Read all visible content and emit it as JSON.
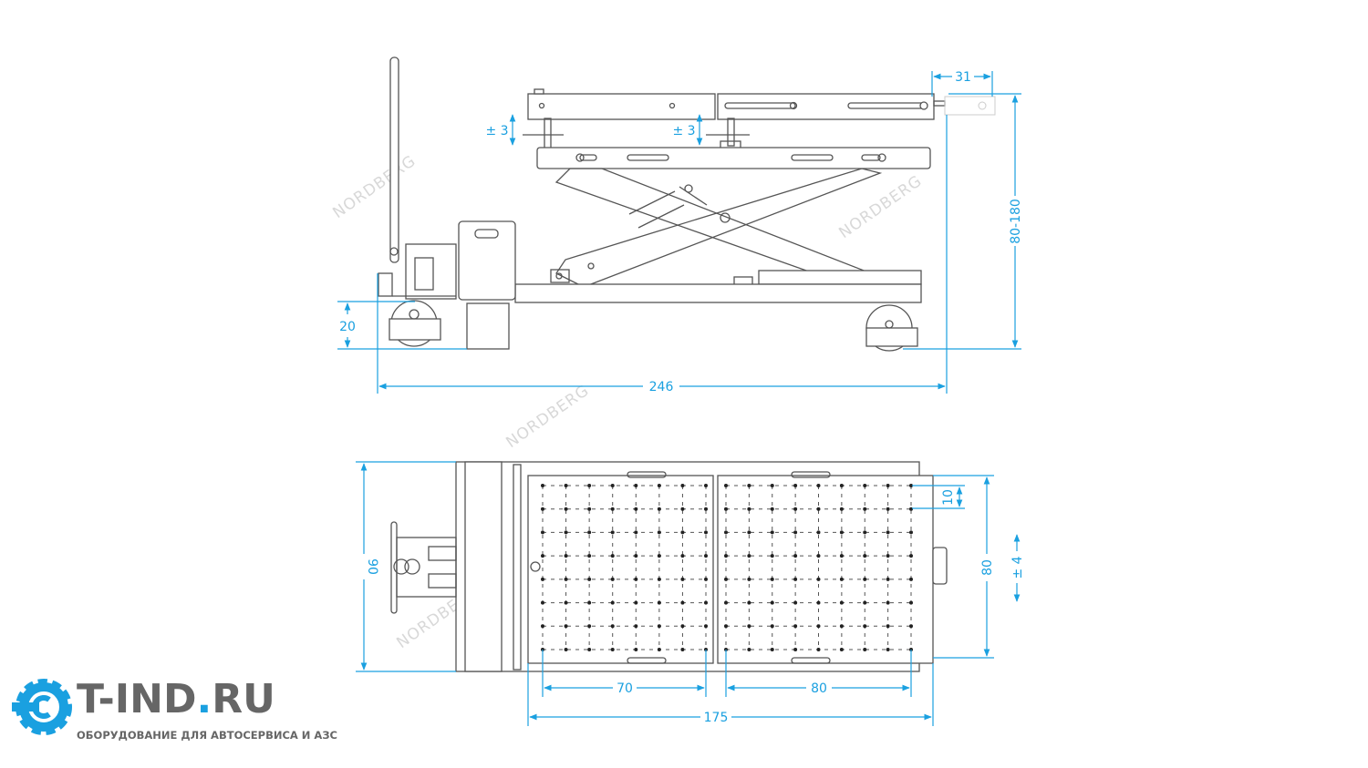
{
  "watermark": "NORDBERG",
  "side_view": {
    "dims": {
      "extension": "31",
      "adjust_left": "± 3",
      "adjust_right": "± 3",
      "height_range": "80-180",
      "ground_clearance": "20",
      "total_length": "246"
    }
  },
  "top_view": {
    "dims": {
      "total_width": "90",
      "hole_pitch": "10",
      "table_width": "80",
      "lateral_shift": "± 4",
      "left_grid_span": "70",
      "right_grid_span": "80",
      "table_length": "175"
    },
    "left_grid": {
      "columns": 8,
      "rows": 8
    },
    "right_grid": {
      "columns": 9,
      "rows": 8
    }
  },
  "logo": {
    "name_main": "T-IND",
    "name_dot": ".",
    "name_tld": "RU",
    "tagline": "ОБОРУДОВАНИЕ ДЛЯ АВТОСЕРВИСА И АЗС",
    "accent_color": "#1aa0e0",
    "text_color": "#666666"
  }
}
